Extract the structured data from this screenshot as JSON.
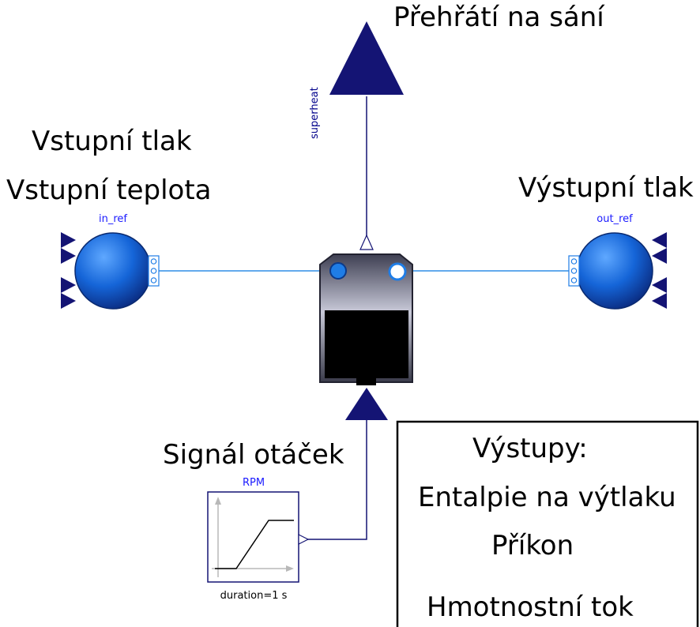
{
  "labels": {
    "superheat_title": "Přehřátí na sání",
    "inlet_pressure": "Vstupní tlak",
    "inlet_temperature": "Vstupní teplota",
    "outlet_pressure": "Výstupní tlak",
    "speed_signal": "Signál otáček",
    "outputs_title": "Výstupy:",
    "output_enthalpy": "Entalpie na výtlaku",
    "output_power": "Příkon",
    "output_massflow": "Hmotnostní tok"
  },
  "components": {
    "superheat_output": "superheat",
    "inlet_source": "in_ref",
    "outlet_sink": "out_ref",
    "rpm_block": "RPM",
    "rpm_parameter": "duration=1 s"
  },
  "colors": {
    "connector_navy": "#141474",
    "fluid_line": "#2f8ee6",
    "boundary_blue": "#0a5fc9",
    "label_blue": "#1a1aff"
  }
}
